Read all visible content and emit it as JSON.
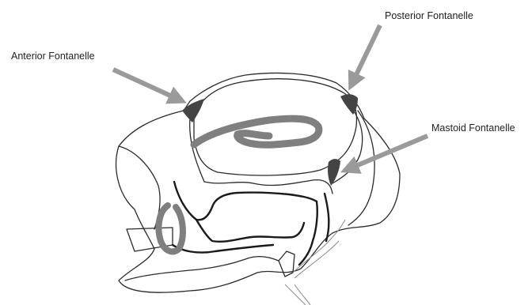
{
  "labels": {
    "anterior": "Anterior Fontanelle",
    "posterior": "Posterior Fontanelle",
    "mastoid": "Mastoid Fontanelle"
  },
  "colors": {
    "arrow": "#9a9a9a",
    "fontanelle": "#444444",
    "suture": "#7f7f7f",
    "outline": "#2a2a2a"
  }
}
